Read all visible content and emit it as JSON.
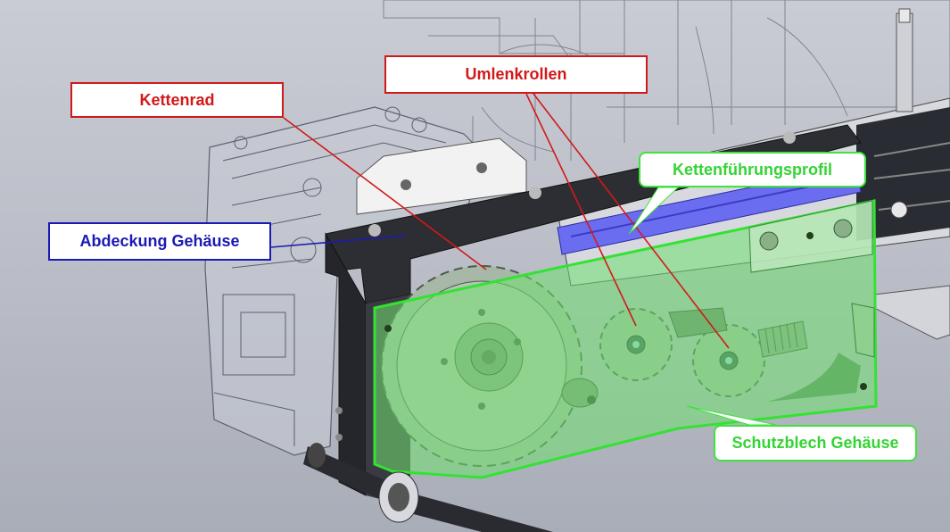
{
  "labels": {
    "kettenrad": "Kettenrad",
    "umlenkrollen": "Umlenkrollen",
    "abdeckung_gehaeuse": "Abdeckung Gehäuse",
    "kettenfuehrungsprofil": "Kettenführungsprofil",
    "schutzblech_gehaeuse": "Schutzblech Gehäuse"
  },
  "colors": {
    "red_callout": "#d21919",
    "blue_callout": "#1a1ab4",
    "green_callout": "#3fe23f",
    "background": "#bfc2cb",
    "guard_fill": "#7ee07e"
  }
}
